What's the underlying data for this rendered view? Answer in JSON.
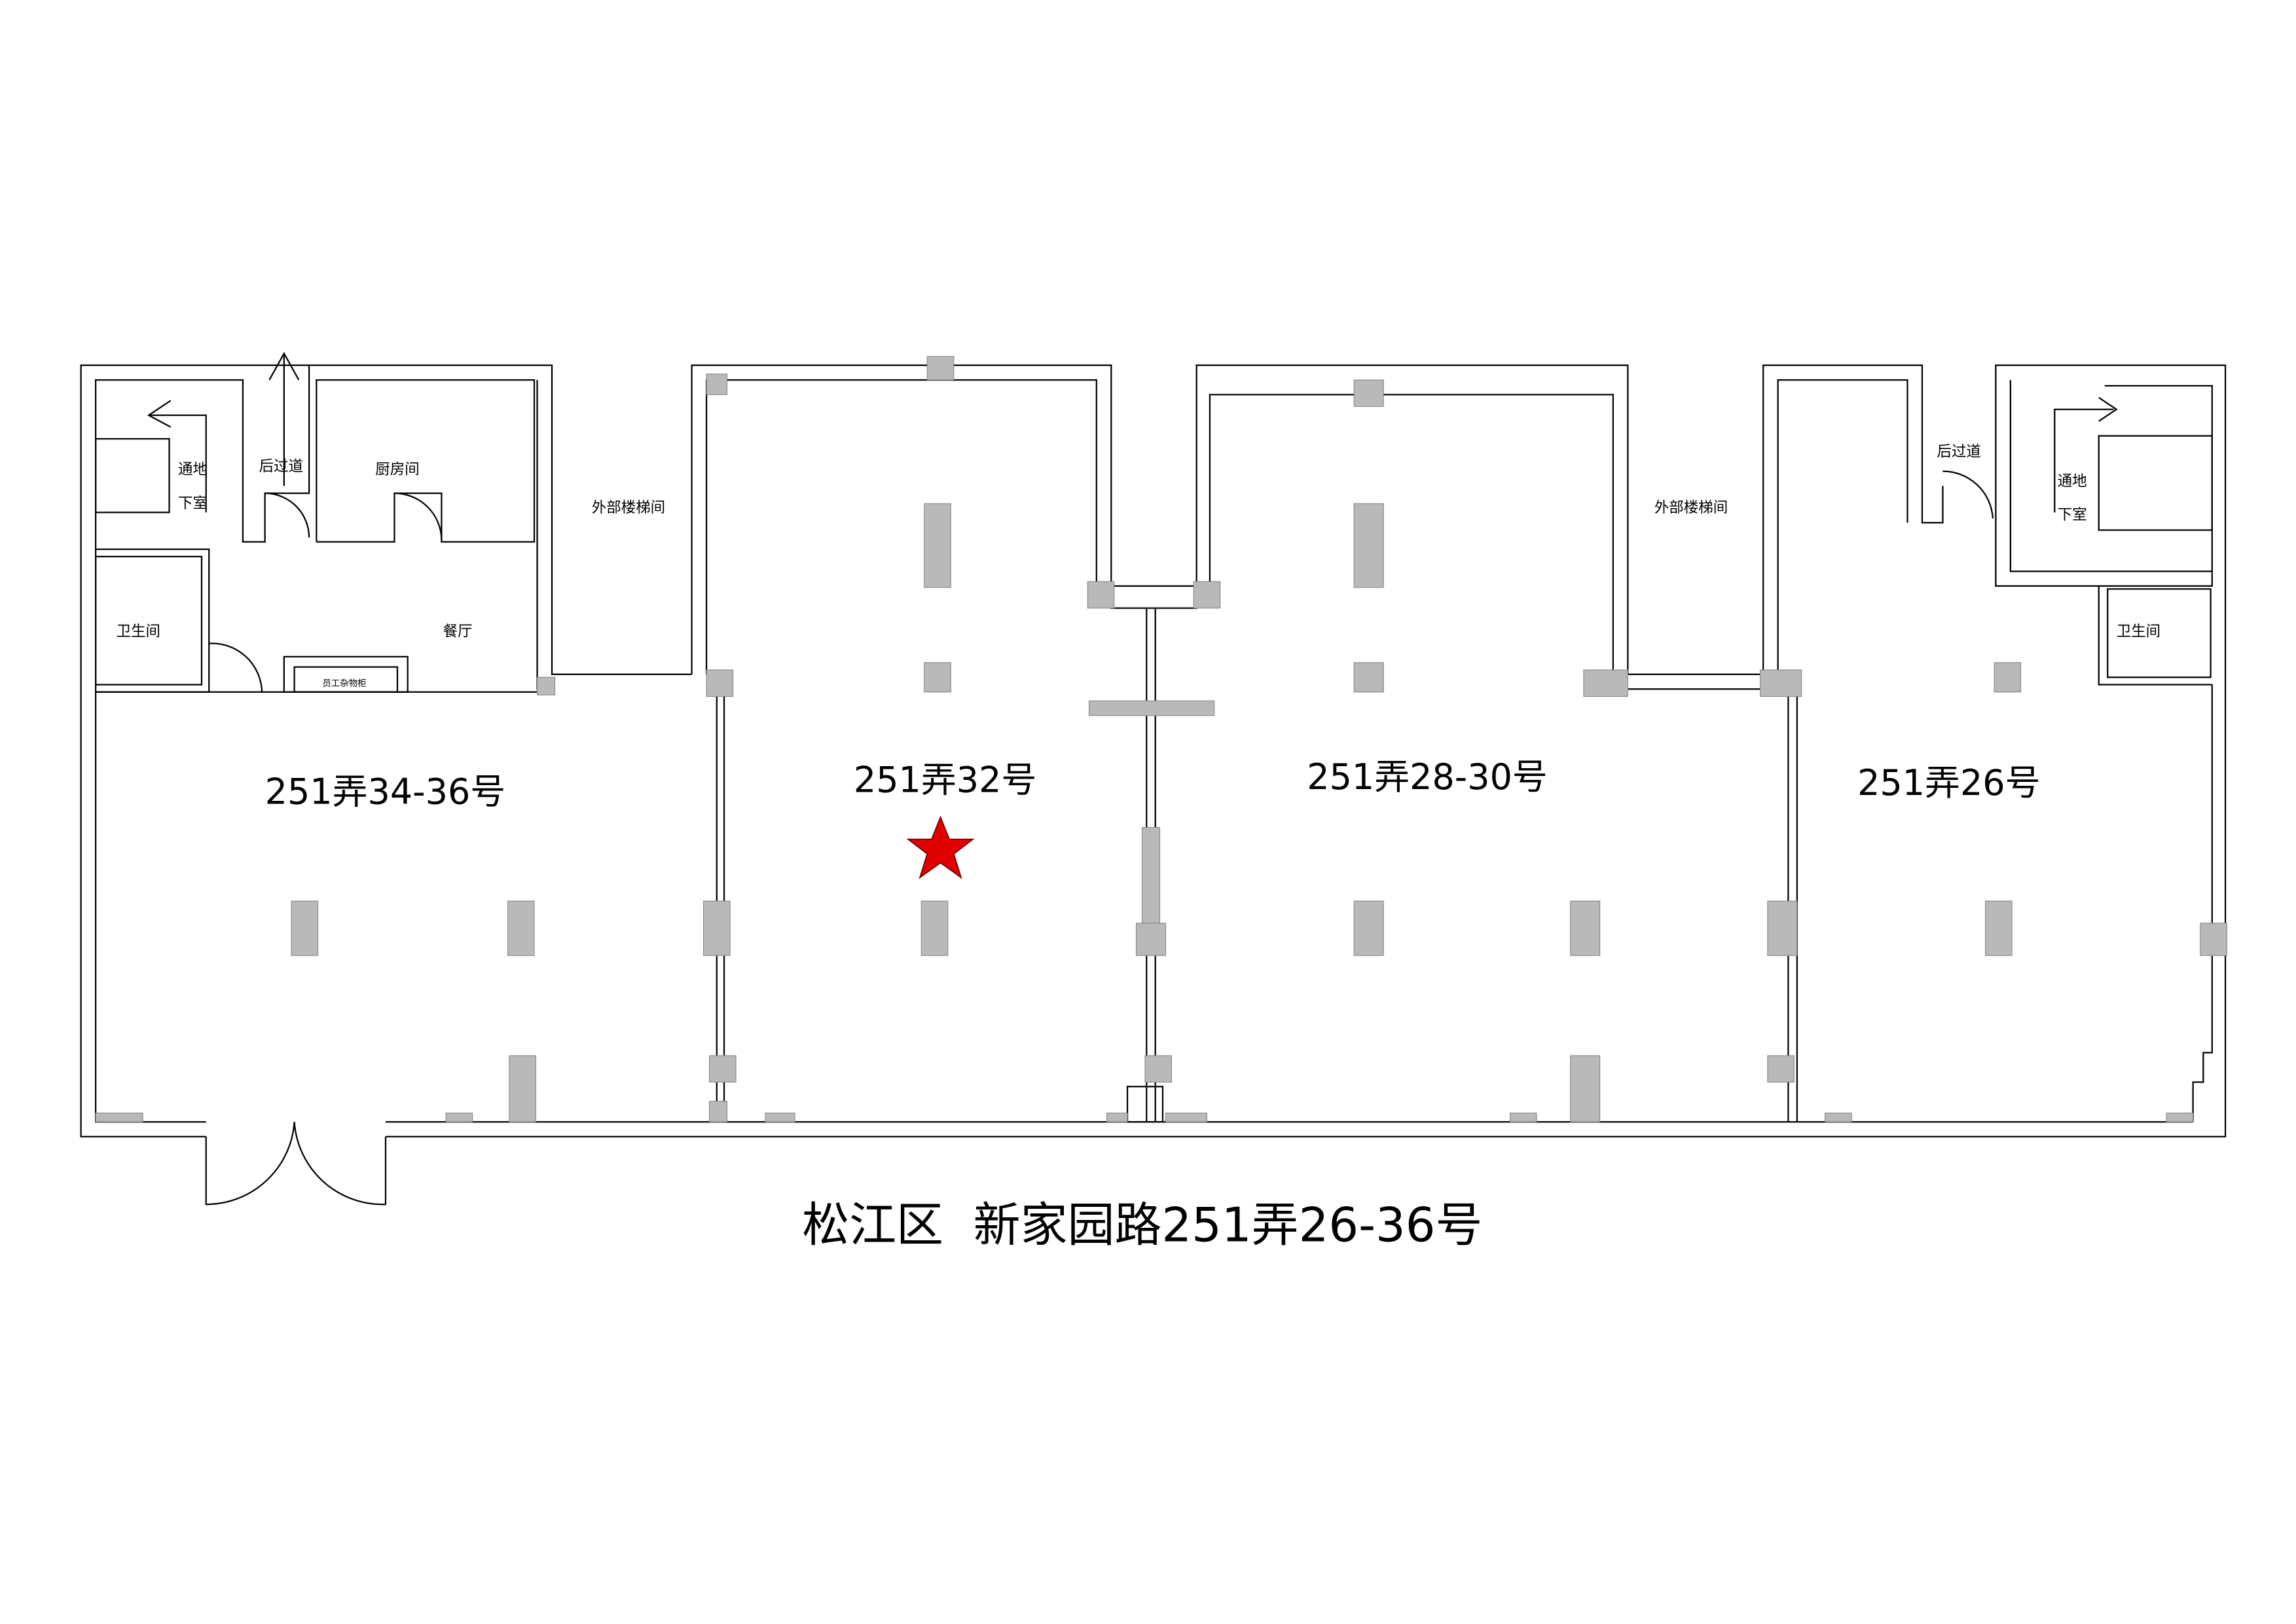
{
  "units": {
    "unit_34_36": "251弄34-36号",
    "unit_32": "251弄32号",
    "unit_28_30": "251弄28-30号",
    "unit_26": "251弄26号"
  },
  "rooms": {
    "basement_left_1": "通地",
    "basement_left_2": "下室",
    "back_corridor_left": "后过道",
    "kitchen": "厨房间",
    "external_stair_left": "外部楼梯间",
    "toilet_left": "卫生间",
    "dining": "餐厅",
    "staff_cabinet": "员工杂物柜",
    "external_stair_right": "外部楼梯间",
    "back_corridor_right": "后过道",
    "basement_right_1": "通地",
    "basement_right_2": "下室",
    "toilet_right": "卫生间"
  },
  "title": "松江区  新家园路251弄26-36号",
  "marker_color": "#e00000"
}
